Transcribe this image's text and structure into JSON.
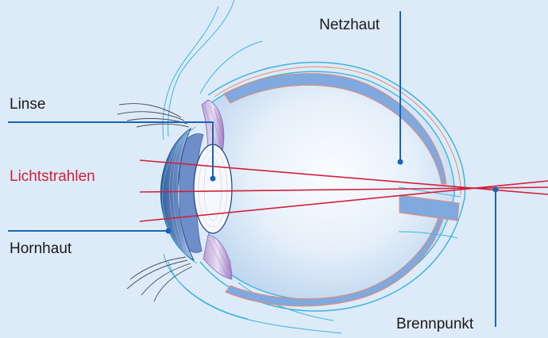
{
  "labels": {
    "netzhaut": "Netzhaut",
    "linse": "Linse",
    "lichtstrahlen": "Lichtstrahlen",
    "hornhaut": "Hornhaut",
    "brennpunkt": "Brennpunkt"
  },
  "colors": {
    "background": "#ddeaf7",
    "leader_line": "#1565b8",
    "light_ray": "#d3203a",
    "label_text": "#1a1a1a",
    "eye_outline": "#3bb6dd",
    "retina_band": "#7fa9df",
    "retina_edge": "#e88a6f",
    "ciliary_muscle": "#a07fc4"
  }
}
